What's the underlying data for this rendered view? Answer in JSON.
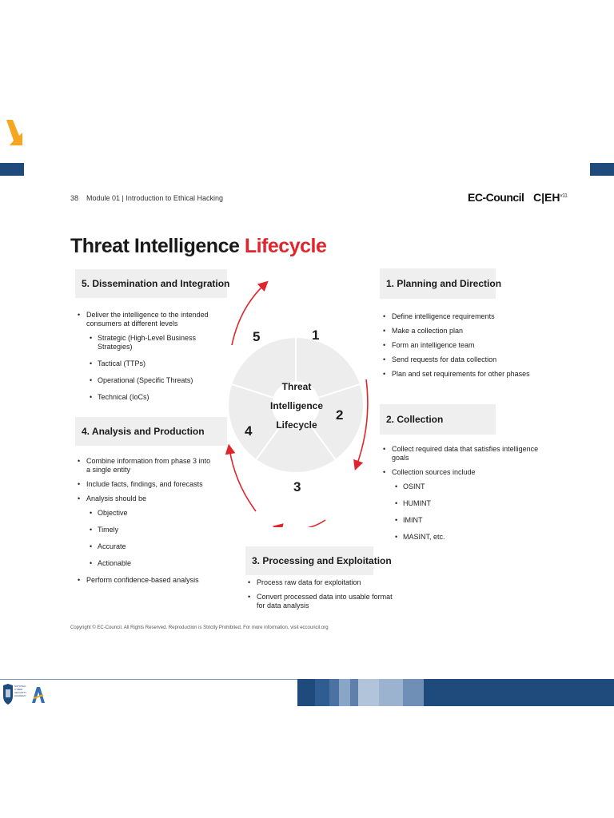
{
  "header": {
    "page_number": "38",
    "module_text": "Module 01 | Introduction to Ethical Hacking",
    "brand_name": "EC-Council",
    "brand_cert": "C|EH",
    "brand_sup": "v11"
  },
  "title": {
    "main": "Threat Intelligence",
    "accent": "Lifecycle"
  },
  "cycle": {
    "center_lines": [
      "Threat",
      "Intelligence",
      "Lifecycle"
    ],
    "segments": [
      "1",
      "2",
      "3",
      "4",
      "5"
    ]
  },
  "phases": {
    "planning": {
      "heading": "1. Planning and Direction",
      "items": [
        "Define intelligence requirements",
        "Make a collection plan",
        "Form an intelligence team",
        "Send requests for data collection",
        "Plan and set requirements for other phases"
      ]
    },
    "collection": {
      "heading": "2. Collection",
      "items": [
        "Collect required data that satisfies intelligence goals",
        "Collection sources include"
      ],
      "sub_items": [
        "OSINT",
        "HUMINT",
        "IMINT",
        "MASINT, etc."
      ]
    },
    "processing": {
      "heading": "3. Processing and Exploitation",
      "items": [
        "Process raw data for exploitation",
        "Convert processed data into usable format for data analysis"
      ]
    },
    "analysis": {
      "heading": "4. Analysis and Production",
      "items": [
        "Combine information from phase 3 into a single entity",
        "Include facts, findings, and forecasts",
        "Analysis should be"
      ],
      "sub_items": [
        "Objective",
        "Timely",
        "Accurate",
        "Actionable"
      ],
      "last_item": "Perform confidence-based analysis"
    },
    "dissemination": {
      "heading": "5. Dissemination and Integration",
      "items": [
        "Deliver the intelligence to the intended consumers at different levels"
      ],
      "sub_items": [
        "Strategic (High-Level Business Strategies)",
        "Tactical (TTPs)",
        "Operational (Specific Threats)",
        "Technical (IoCs)"
      ]
    }
  },
  "footer": {
    "copyright": "Copyright © EC-Council. All Rights Reserved. Reproduction is Strictly Prohibited. For more information, visit eccouncil.org",
    "logo_text": "NATIONAL CYBER SECURITY ACADEMY"
  },
  "colors": {
    "accent_red": "#e0252c",
    "navy": "#1e4a7c",
    "orange": "#f5a623",
    "box_gray": "#efefef"
  }
}
